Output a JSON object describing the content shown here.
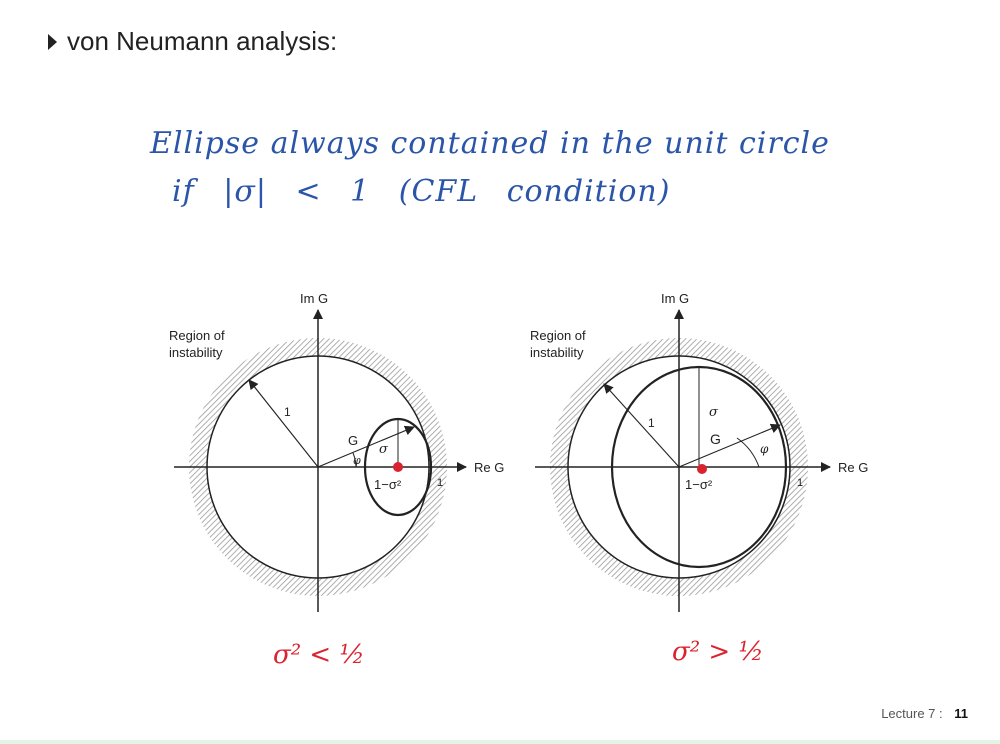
{
  "slide": {
    "bullet": "von Neumann analysis:",
    "note_line1": "Ellipse always contained in the unit circle",
    "note_line2": "if |σ| < 1 (CFL condition)",
    "footer_label": "Lecture 7 :",
    "footer_page": "11"
  },
  "diagrams": [
    {
      "im_label": "Im G",
      "re_label": "Re G",
      "region_label_1": "Region of",
      "region_label_2": "instability",
      "radius_label": "1",
      "one_label": "1",
      "g_label": "G",
      "sigma_label": "σ",
      "phi_label": "φ",
      "center_label": "1−σ²",
      "hand_caption": "σ² < ½"
    },
    {
      "im_label": "Im G",
      "re_label": "Re G",
      "region_label_1": "Region of",
      "region_label_2": "instability",
      "radius_label": "1",
      "one_label": "1",
      "g_label": "G",
      "sigma_label": "σ",
      "phi_label": "φ",
      "center_label": "1−σ²",
      "hand_caption": "σ² > ½"
    }
  ],
  "colors": {
    "ink": "#222222",
    "hatch": "#9a9a9a",
    "pen_blue": "#2a55a8",
    "pen_red": "#d9232e"
  }
}
